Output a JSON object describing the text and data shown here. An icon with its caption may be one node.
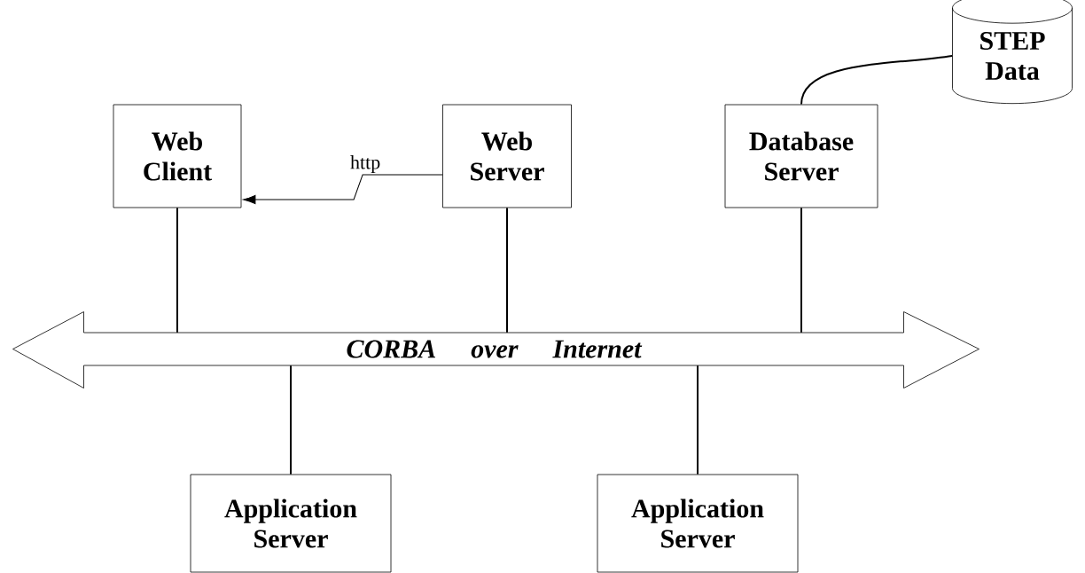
{
  "diagram": {
    "nodes": [
      {
        "text": [
          "Web Client"
        ]
      },
      {
        "text": [
          "Web Server"
        ]
      },
      {
        "text": [
          "Database Server"
        ]
      },
      {
        "text": [
          "STEP Data"
        ]
      },
      {
        "text": [
          "CORBA over Internet"
        ]
      },
      {
        "text": [
          "Application Server"
        ]
      },
      {
        "text": [
          "Application Server"
        ]
      }
    ],
    "edges": [
      {
        "from": 1,
        "to": 0,
        "arrow": "to",
        "label": "http"
      },
      {
        "from": 2,
        "to": 3,
        "arrow": "none"
      },
      {
        "from": 0,
        "to": 4,
        "arrow": "none"
      },
      {
        "from": 1,
        "to": 4,
        "arrow": "none"
      },
      {
        "from": 2,
        "to": 4,
        "arrow": "none"
      },
      {
        "from": 4,
        "to": 5,
        "arrow": "none"
      },
      {
        "from": 4,
        "to": 6,
        "arrow": "none"
      }
    ]
  }
}
